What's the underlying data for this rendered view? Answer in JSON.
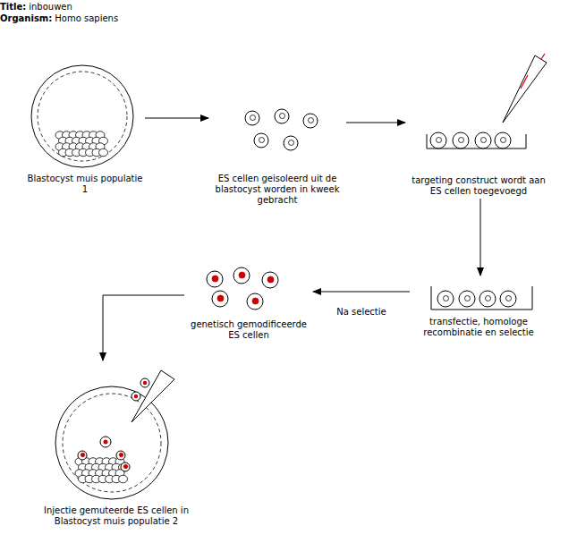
{
  "diagram": {
    "nodes": [
      {
        "text": [
          "Blastocyst muis populatie 1"
        ]
      },
      {
        "text": [
          "ES cellen geisoleerd uit de blastocyst worden in kweek gebracht"
        ]
      },
      {
        "text": [
          "targeting construct wordt aan ES cellen toegevoegd"
        ]
      },
      {
        "text": [
          "transfectie, homologe recombinatie en selectie"
        ]
      },
      {
        "text": [
          "genetisch gemodificeerde ES cellen"
        ]
      },
      {
        "text": [
          "Injectie gemuteerde ES cellen in Blastocyst muis populatie 2"
        ]
      }
    ],
    "edges": [
      {
        "from": 0,
        "to": 1,
        "arrow": "to"
      },
      {
        "from": 1,
        "to": 2,
        "arrow": "to"
      },
      {
        "from": 2,
        "to": 3,
        "arrow": "to"
      },
      {
        "from": 3,
        "to": 4,
        "label": "Na selectie",
        "arrow": "to"
      },
      {
        "from": 4,
        "to": 5,
        "arrow": "to"
      }
    ],
    "labels": [
      "Title:",
      "inbouwen",
      "Organism:",
      "Homo sapiens"
    ]
  }
}
